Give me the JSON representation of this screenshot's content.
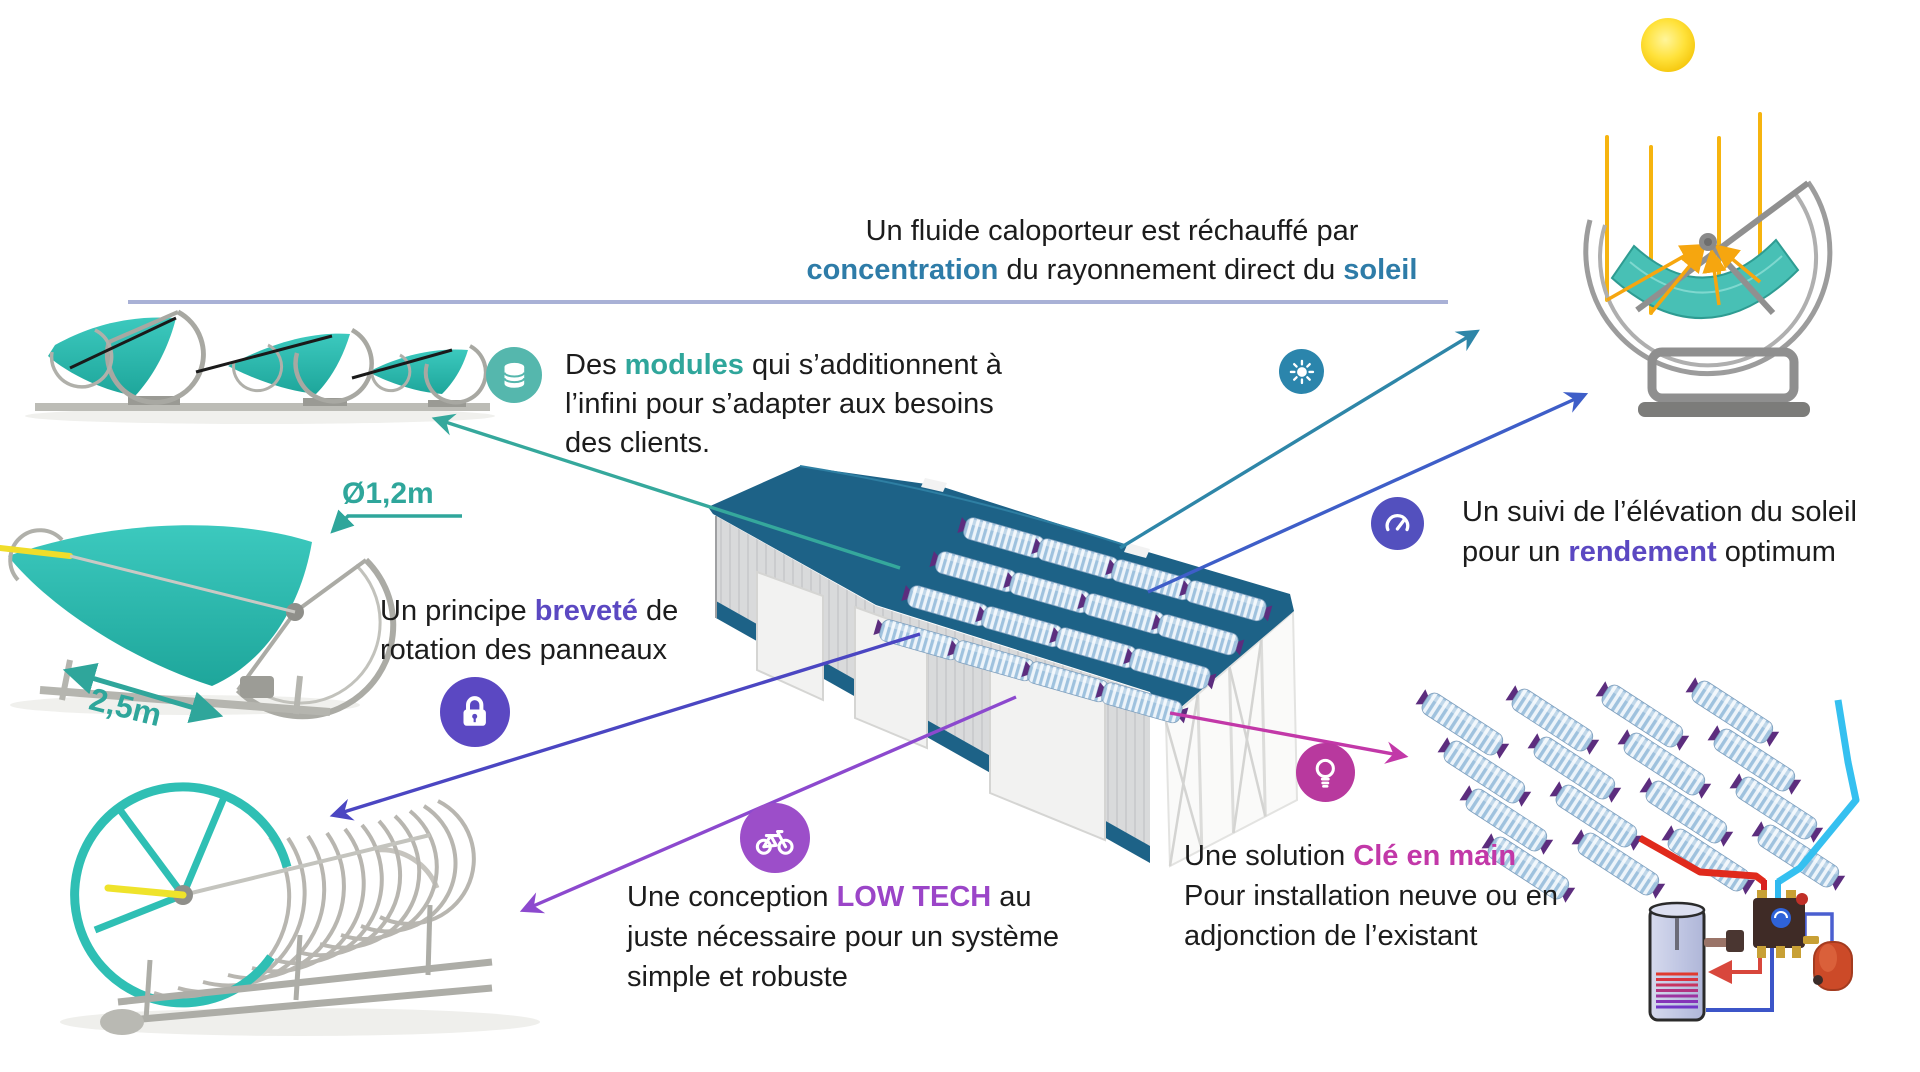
{
  "colors": {
    "teal": "#2FA69B",
    "steel_blue": "#2E7CA8",
    "indigo": "#5B48C2",
    "purple": "#9B45C8",
    "magenta": "#C238A8",
    "royal_blue": "#3E5EC8",
    "roof_blue": "#1D6287",
    "sun_yellow": "#FFD93B",
    "lavender_line": "#A9B1D6"
  },
  "icons": {
    "sun": "sun-icon",
    "database": "database-icon",
    "lock": "lock-icon",
    "bicycle": "bicycle-icon",
    "gauge": "gauge-icon",
    "lightbulb": "lightbulb-icon"
  },
  "callouts": {
    "heat": {
      "l1": "Un fluide caloporteur est réchauffé par",
      "l2a": "concentration",
      "l2b": " du rayonnement direct du ",
      "l2c": "soleil"
    },
    "modules": {
      "l1a": "Des ",
      "l1b": "modules",
      "l1c": " qui s’additionnent à",
      "l2": "l’infini pour s’adapter aux besoins",
      "l3": "des clients."
    },
    "brevete": {
      "l1a": "Un principe ",
      "l1b": "breveté",
      "l1c": " de",
      "l2": "rotation des panneaux"
    },
    "lowtech": {
      "l1a": "Une conception ",
      "l1b": "LOW TECH",
      "l1c": " au",
      "l2": "juste nécessaire pour un système",
      "l3": "simple et robuste"
    },
    "suivi": {
      "l1": "Un suivi de l’élévation du soleil",
      "l2a": "pour un ",
      "l2b": "rendement",
      "l2c": " optimum"
    },
    "cle": {
      "l1a": "Une solution ",
      "l1b": "Clé en main",
      "l2": "Pour installation neuve ou en",
      "l3": "adjonction de l’existant"
    }
  },
  "dimensions": {
    "diameter": "Ø1,2m",
    "length": "2,5m"
  }
}
